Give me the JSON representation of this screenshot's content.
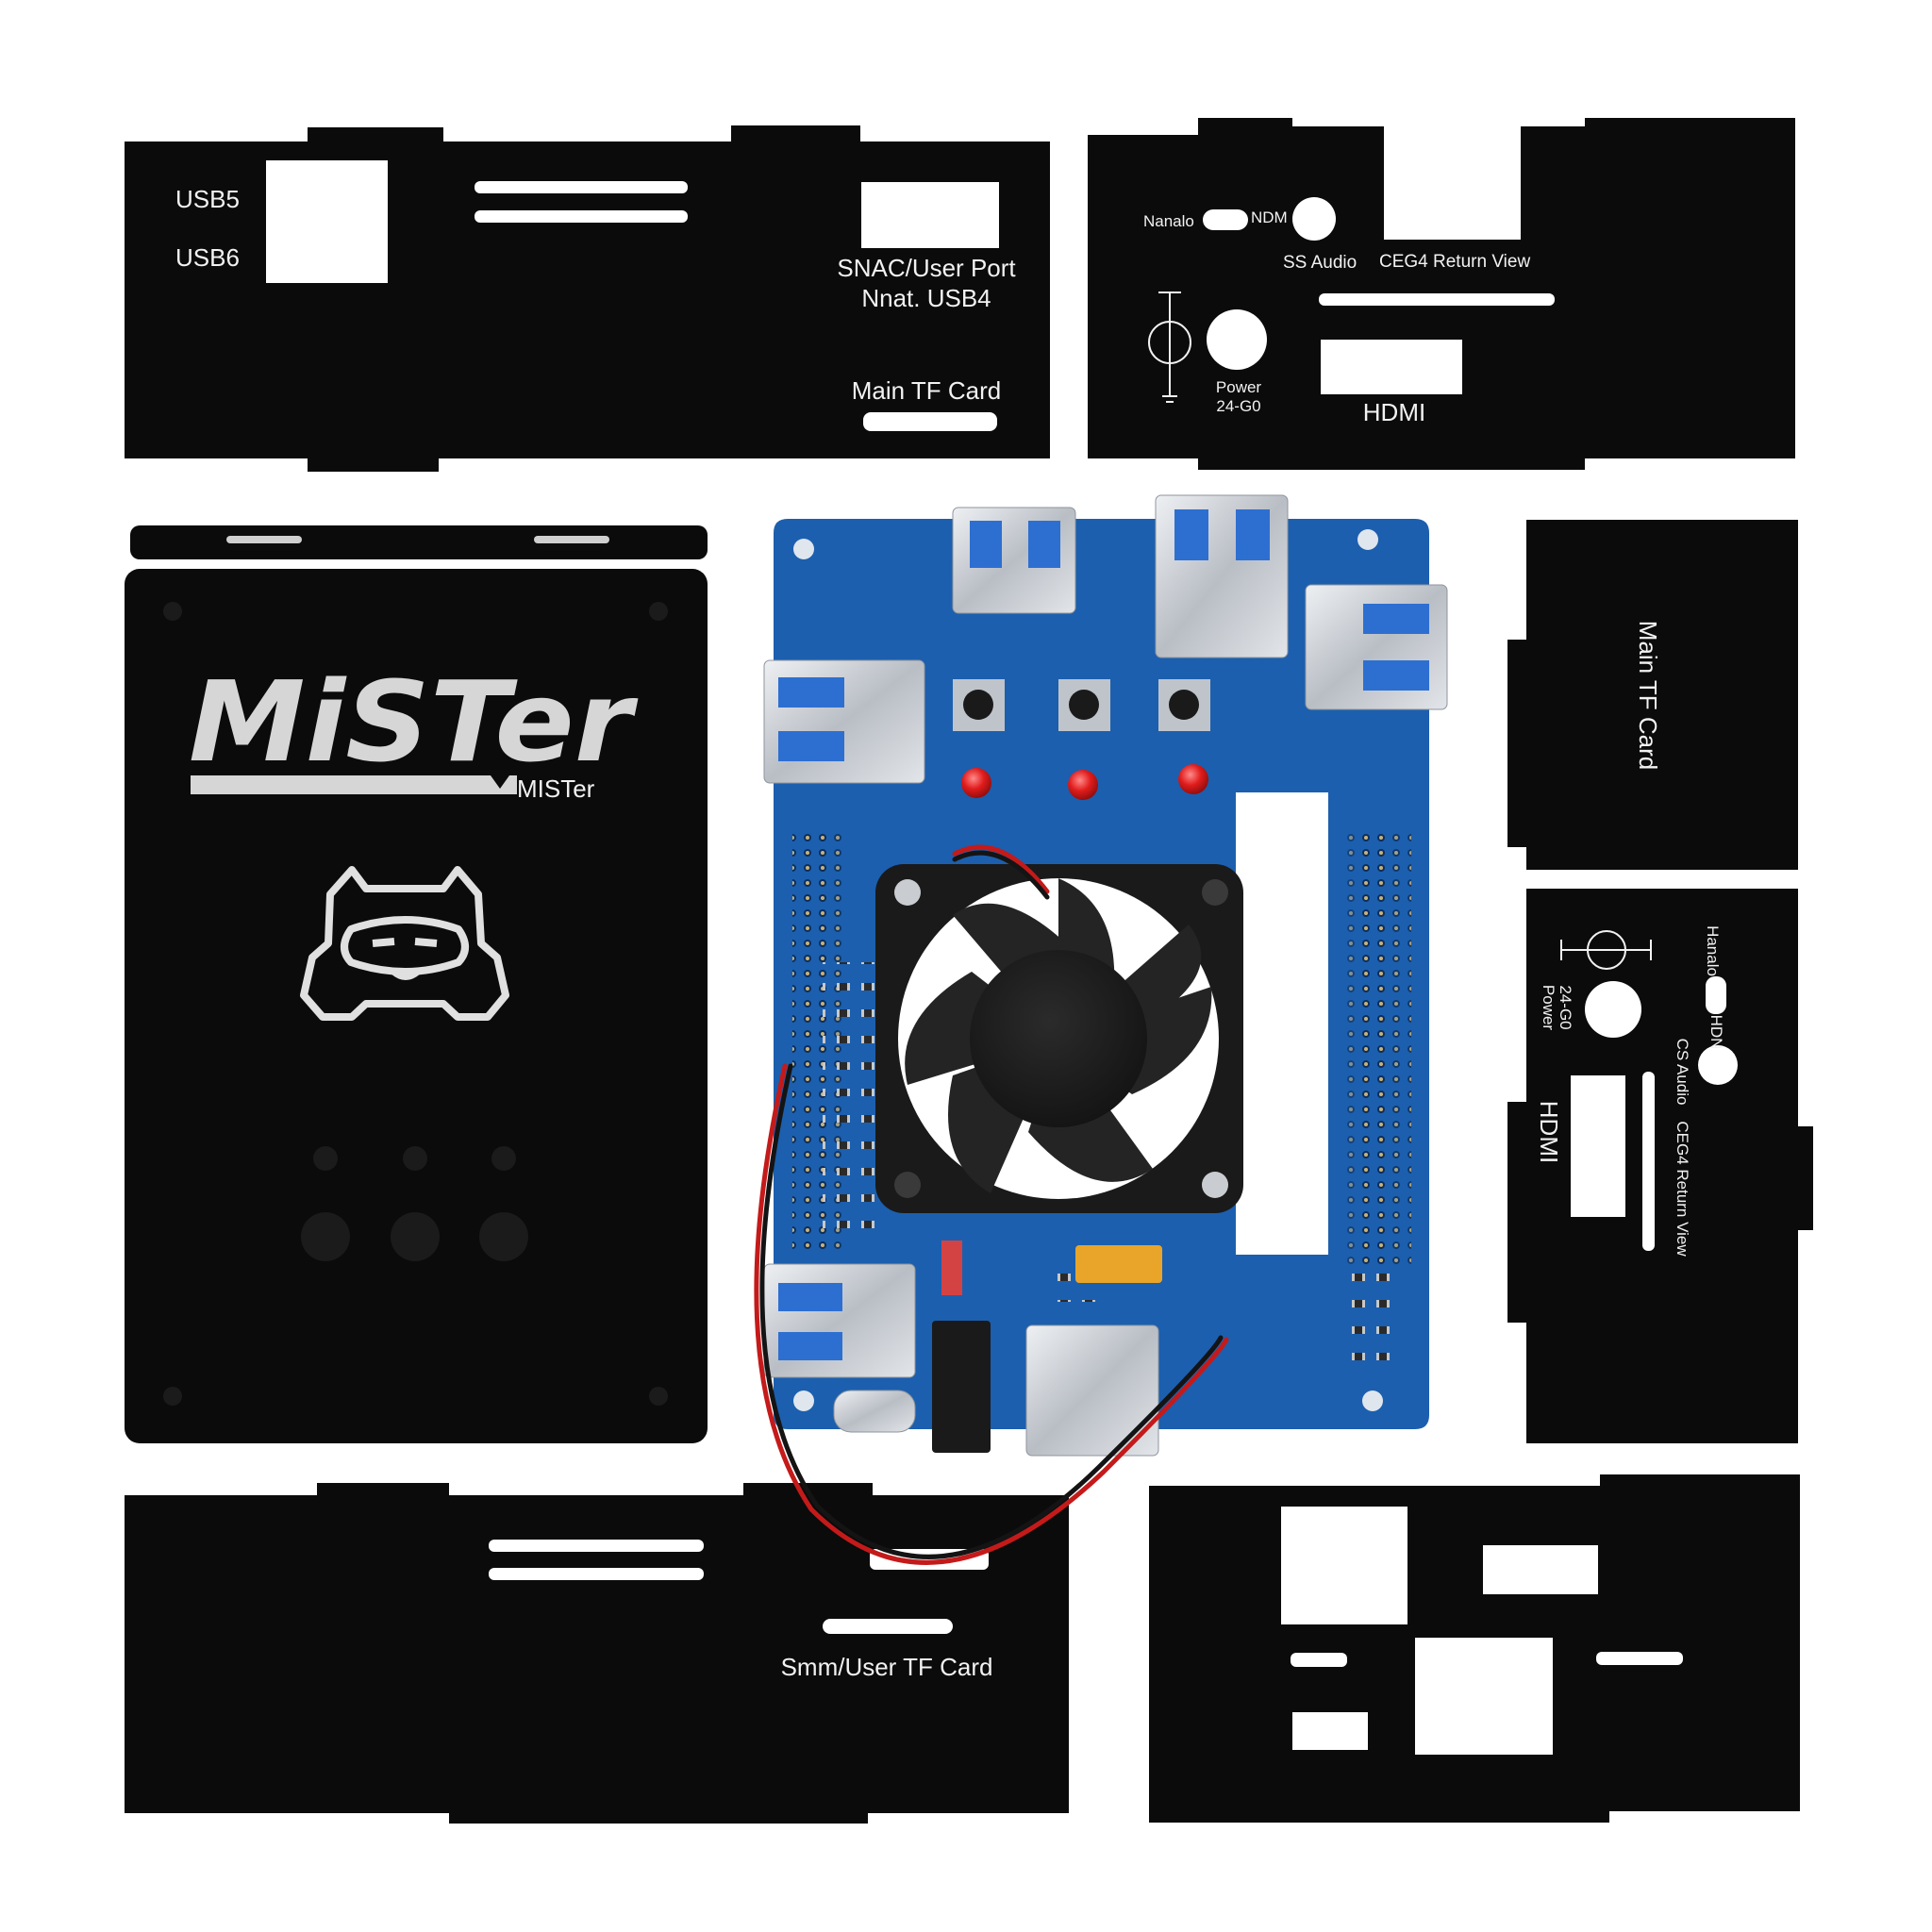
{
  "panel_top_left": {
    "usb5": "USB5",
    "usb6": "USB6",
    "snac_line1": "SNAC/User Port",
    "snac_line2": "Nnat. USB4",
    "main_tf": "Main TF Card"
  },
  "panel_top_right": {
    "nanalo": "Nanalo",
    "ndm": "NDM",
    "ss_audio": "SS Audio",
    "return_view": "CEG4 Return View",
    "power_line1": "Power",
    "power_line2": "24-G0",
    "hdmi": "HDMI"
  },
  "top_panel": {
    "logo": "MiSTer",
    "sub": "MISTer"
  },
  "panel_small_tf": {
    "label": "Main TF Card"
  },
  "panel_side_right": {
    "hanalo": "Hanalo",
    "hdn": "HDN",
    "power_line1": "Power",
    "power_line2": "24-G0",
    "cs_audio": "CS Audio",
    "return_view": "CEG4 Return View",
    "hdmi": "HDMI"
  },
  "panel_bottom_left": {
    "label": "Smm/User TF Card"
  },
  "colors": {
    "acrylic": "#0b0b0b",
    "pcb": "#1c5fae",
    "fan": "#1a1a1a",
    "led": "#e11c1c",
    "metal": "#cfd3d8"
  }
}
